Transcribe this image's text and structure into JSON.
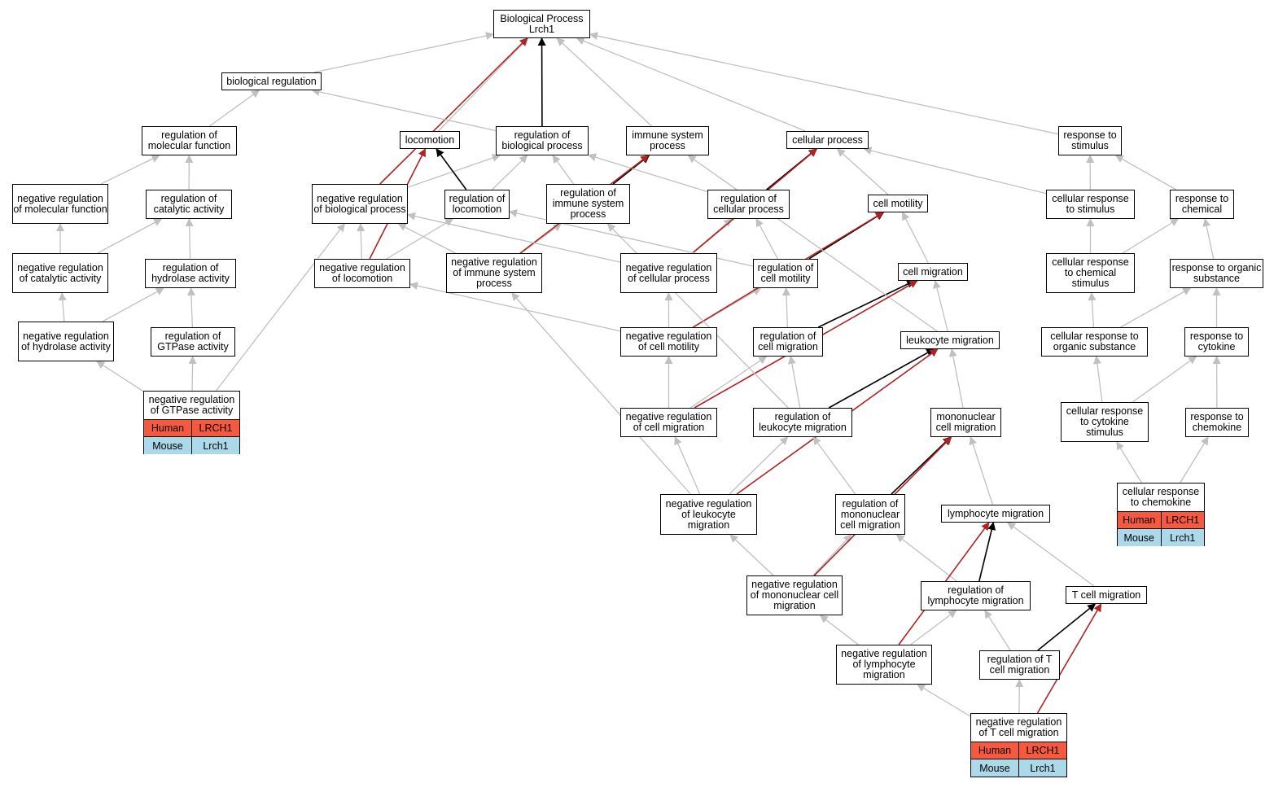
{
  "colors": {
    "is_a_edge": "#c0c0c0",
    "part_of_edge": "#000000",
    "regulates_edge": "#b22222",
    "human_row": "#f7593e",
    "mouse_row": "#abd9e9"
  },
  "root": {
    "line1": "Biological Process",
    "line2": "Lrch1"
  },
  "terms": {
    "biological_regulation": "biological regulation",
    "regulation_of_molecular_function": "regulation of molecular function",
    "locomotion": "locomotion",
    "regulation_of_biological_process": "regulation of biological process",
    "immune_system_process": "immune system process",
    "cellular_process": "cellular process",
    "response_to_stimulus": "response to stimulus",
    "negative_regulation_of_molecular_function": "negative regulation of molecular function",
    "regulation_of_catalytic_activity": "regulation of catalytic activity",
    "negative_regulation_of_biological_process": "negative regulation of biological process",
    "regulation_of_locomotion": "regulation of locomotion",
    "regulation_of_immune_system_process": "regulation of immune system process",
    "regulation_of_cellular_process": "regulation of cellular process",
    "cell_motility": "cell motility",
    "cellular_response_to_stimulus": "cellular response to stimulus",
    "response_to_chemical": "response to chemical",
    "negative_regulation_of_catalytic_activity": "negative regulation of catalytic activity",
    "regulation_of_hydrolase_activity": "regulation of hydrolase activity",
    "negative_regulation_of_locomotion": "negative regulation of locomotion",
    "negative_regulation_of_immune_system_process": "negative regulation of immune system process",
    "negative_regulation_of_cellular_process": "negative regulation of cellular process",
    "regulation_of_cell_motility": "regulation of cell motility",
    "cell_migration": "cell migration",
    "cellular_response_to_chemical_stimulus": "cellular response to chemical stimulus",
    "response_to_organic_substance": "response to organic substance",
    "negative_regulation_of_hydrolase_activity": "negative regulation of hydrolase activity",
    "regulation_of_GTPase_activity": "regulation of GTPase activity",
    "negative_regulation_of_cell_motility": "negative regulation of cell motility",
    "regulation_of_cell_migration": "regulation of cell migration",
    "leukocyte_migration": "leukocyte migration",
    "cellular_response_to_organic_substance": "cellular response to organic substance",
    "response_to_cytokine": "response to cytokine",
    "negative_regulation_of_cell_migration": "negative regulation of cell migration",
    "regulation_of_leukocyte_migration": "regulation of leukocyte migration",
    "mononuclear_cell_migration": "mononuclear cell migration",
    "cellular_response_to_cytokine_stimulus": "cellular response to cytokine stimulus",
    "response_to_chemokine": "response to chemokine",
    "negative_regulation_of_leukocyte_migration": "negative regulation of leukocyte migration",
    "regulation_of_mononuclear_cell_migration": "regulation of mononuclear cell migration",
    "lymphocyte_migration": "lymphocyte migration",
    "negative_regulation_of_mononuclear_cell_migration": "negative regulation of mononuclear cell migration",
    "regulation_of_lymphocyte_migration": "regulation of lymphocyte migration",
    "T_cell_migration": "T cell migration",
    "negative_regulation_of_lymphocyte_migration": "negative regulation of lymphocyte migration",
    "regulation_of_T_cell_migration": "regulation of T cell migration"
  },
  "annotated": {
    "gtpase": {
      "label": "negative regulation of GTPase activity",
      "rows": [
        {
          "species": "Human",
          "gene": "LRCH1"
        },
        {
          "species": "Mouse",
          "gene": "Lrch1"
        }
      ]
    },
    "chemokine": {
      "label": "cellular response to chemokine",
      "rows": [
        {
          "species": "Human",
          "gene": "LRCH1"
        },
        {
          "species": "Mouse",
          "gene": "Lrch1"
        }
      ]
    },
    "tcell": {
      "label": "negative regulation of T cell migration",
      "rows": [
        {
          "species": "Human",
          "gene": "LRCH1"
        },
        {
          "species": "Mouse",
          "gene": "Lrch1"
        }
      ]
    }
  },
  "edges": [
    {
      "from": "biological_regulation",
      "to": "root",
      "type": "is_a"
    },
    {
      "from": "locomotion",
      "to": "root",
      "type": "is_a"
    },
    {
      "from": "regulation_of_biological_process",
      "to": "root",
      "type": "part_of"
    },
    {
      "from": "immune_system_process",
      "to": "root",
      "type": "is_a"
    },
    {
      "from": "cellular_process",
      "to": "root",
      "type": "is_a"
    },
    {
      "from": "response_to_stimulus",
      "to": "root",
      "type": "is_a"
    },
    {
      "from": "negative_regulation_of_biological_process",
      "to": "root",
      "type": "regulates"
    },
    {
      "from": "regulation_of_molecular_function",
      "to": "biological_regulation",
      "type": "is_a"
    },
    {
      "from": "regulation_of_biological_process",
      "to": "biological_regulation",
      "type": "is_a"
    },
    {
      "from": "negative_regulation_of_molecular_function",
      "to": "regulation_of_molecular_function",
      "type": "is_a"
    },
    {
      "from": "regulation_of_catalytic_activity",
      "to": "regulation_of_molecular_function",
      "type": "is_a"
    },
    {
      "from": "negative_regulation_of_catalytic_activity",
      "to": "negative_regulation_of_molecular_function",
      "type": "is_a"
    },
    {
      "from": "negative_regulation_of_catalytic_activity",
      "to": "regulation_of_catalytic_activity",
      "type": "is_a"
    },
    {
      "from": "regulation_of_hydrolase_activity",
      "to": "regulation_of_catalytic_activity",
      "type": "is_a"
    },
    {
      "from": "negative_regulation_of_hydrolase_activity",
      "to": "negative_regulation_of_catalytic_activity",
      "type": "is_a"
    },
    {
      "from": "negative_regulation_of_hydrolase_activity",
      "to": "regulation_of_hydrolase_activity",
      "type": "is_a"
    },
    {
      "from": "regulation_of_GTPase_activity",
      "to": "regulation_of_hydrolase_activity",
      "type": "is_a"
    },
    {
      "from": "gtpase",
      "to": "negative_regulation_of_hydrolase_activity",
      "type": "is_a"
    },
    {
      "from": "gtpase",
      "to": "regulation_of_GTPase_activity",
      "type": "is_a"
    },
    {
      "from": "gtpase",
      "to": "negative_regulation_of_biological_process",
      "type": "is_a"
    },
    {
      "from": "negative_regulation_of_biological_process",
      "to": "regulation_of_biological_process",
      "type": "is_a"
    },
    {
      "from": "regulation_of_locomotion",
      "to": "regulation_of_biological_process",
      "type": "is_a"
    },
    {
      "from": "regulation_of_locomotion",
      "to": "locomotion",
      "type": "part_of"
    },
    {
      "from": "regulation_of_immune_system_process",
      "to": "regulation_of_biological_process",
      "type": "is_a"
    },
    {
      "from": "regulation_of_immune_system_process",
      "to": "immune_system_process",
      "type": "part_of"
    },
    {
      "from": "regulation_of_cellular_process",
      "to": "regulation_of_biological_process",
      "type": "is_a"
    },
    {
      "from": "regulation_of_cellular_process",
      "to": "cellular_process",
      "type": "part_of"
    },
    {
      "from": "cell_motility",
      "to": "cellular_process",
      "type": "is_a"
    },
    {
      "from": "cellular_response_to_stimulus",
      "to": "cellular_process",
      "type": "is_a"
    },
    {
      "from": "cellular_response_to_stimulus",
      "to": "response_to_stimulus",
      "type": "is_a"
    },
    {
      "from": "response_to_chemical",
      "to": "response_to_stimulus",
      "type": "is_a"
    },
    {
      "from": "negative_regulation_of_locomotion",
      "to": "negative_regulation_of_biological_process",
      "type": "is_a"
    },
    {
      "from": "negative_regulation_of_locomotion",
      "to": "regulation_of_locomotion",
      "type": "is_a"
    },
    {
      "from": "negative_regulation_of_locomotion",
      "to": "locomotion",
      "type": "regulates"
    },
    {
      "from": "negative_regulation_of_immune_system_process",
      "to": "negative_regulation_of_biological_process",
      "type": "is_a"
    },
    {
      "from": "negative_regulation_of_immune_system_process",
      "to": "regulation_of_immune_system_process",
      "type": "is_a"
    },
    {
      "from": "negative_regulation_of_immune_system_process",
      "to": "immune_system_process",
      "type": "regulates"
    },
    {
      "from": "negative_regulation_of_cellular_process",
      "to": "negative_regulation_of_biological_process",
      "type": "is_a"
    },
    {
      "from": "negative_regulation_of_cellular_process",
      "to": "regulation_of_cellular_process",
      "type": "is_a"
    },
    {
      "from": "negative_regulation_of_cellular_process",
      "to": "cellular_process",
      "type": "regulates"
    },
    {
      "from": "regulation_of_cell_motility",
      "to": "regulation_of_locomotion",
      "type": "is_a"
    },
    {
      "from": "regulation_of_cell_motility",
      "to": "regulation_of_cellular_process",
      "type": "is_a"
    },
    {
      "from": "regulation_of_cell_motility",
      "to": "cell_motility",
      "type": "part_of"
    },
    {
      "from": "cell_migration",
      "to": "cell_motility",
      "type": "is_a"
    },
    {
      "from": "cellular_response_to_chemical_stimulus",
      "to": "cellular_response_to_stimulus",
      "type": "is_a"
    },
    {
      "from": "cellular_response_to_chemical_stimulus",
      "to": "response_to_chemical",
      "type": "is_a"
    },
    {
      "from": "response_to_organic_substance",
      "to": "response_to_chemical",
      "type": "is_a"
    },
    {
      "from": "negative_regulation_of_cell_motility",
      "to": "negative_regulation_of_locomotion",
      "type": "is_a"
    },
    {
      "from": "negative_regulation_of_cell_motility",
      "to": "negative_regulation_of_cellular_process",
      "type": "is_a"
    },
    {
      "from": "negative_regulation_of_cell_motility",
      "to": "regulation_of_cell_motility",
      "type": "is_a"
    },
    {
      "from": "negative_regulation_of_cell_motility",
      "to": "cell_motility",
      "type": "regulates"
    },
    {
      "from": "regulation_of_cell_migration",
      "to": "regulation_of_cell_motility",
      "type": "is_a"
    },
    {
      "from": "regulation_of_cell_migration",
      "to": "cell_migration",
      "type": "part_of"
    },
    {
      "from": "leukocyte_migration",
      "to": "cell_migration",
      "type": "is_a"
    },
    {
      "from": "leukocyte_migration",
      "to": "immune_system_process",
      "type": "is_a"
    },
    {
      "from": "cellular_response_to_organic_substance",
      "to": "cellular_response_to_chemical_stimulus",
      "type": "is_a"
    },
    {
      "from": "cellular_response_to_organic_substance",
      "to": "response_to_organic_substance",
      "type": "is_a"
    },
    {
      "from": "response_to_cytokine",
      "to": "response_to_organic_substance",
      "type": "is_a"
    },
    {
      "from": "negative_regulation_of_cell_migration",
      "to": "negative_regulation_of_cell_motility",
      "type": "is_a"
    },
    {
      "from": "negative_regulation_of_cell_migration",
      "to": "regulation_of_cell_migration",
      "type": "is_a"
    },
    {
      "from": "negative_regulation_of_cell_migration",
      "to": "cell_migration",
      "type": "regulates"
    },
    {
      "from": "regulation_of_leukocyte_migration",
      "to": "regulation_of_cell_migration",
      "type": "is_a"
    },
    {
      "from": "regulation_of_leukocyte_migration",
      "to": "regulation_of_immune_system_process",
      "type": "is_a"
    },
    {
      "from": "regulation_of_leukocyte_migration",
      "to": "leukocyte_migration",
      "type": "part_of"
    },
    {
      "from": "mononuclear_cell_migration",
      "to": "leukocyte_migration",
      "type": "is_a"
    },
    {
      "from": "cellular_response_to_cytokine_stimulus",
      "to": "cellular_response_to_organic_substance",
      "type": "is_a"
    },
    {
      "from": "cellular_response_to_cytokine_stimulus",
      "to": "response_to_cytokine",
      "type": "is_a"
    },
    {
      "from": "response_to_chemokine",
      "to": "response_to_cytokine",
      "type": "is_a"
    },
    {
      "from": "chemokine",
      "to": "cellular_response_to_cytokine_stimulus",
      "type": "is_a"
    },
    {
      "from": "chemokine",
      "to": "response_to_chemokine",
      "type": "is_a"
    },
    {
      "from": "negative_regulation_of_leukocyte_migration",
      "to": "negative_regulation_of_cell_migration",
      "type": "is_a"
    },
    {
      "from": "negative_regulation_of_leukocyte_migration",
      "to": "regulation_of_leukocyte_migration",
      "type": "is_a"
    },
    {
      "from": "negative_regulation_of_leukocyte_migration",
      "to": "negative_regulation_of_immune_system_process",
      "type": "is_a"
    },
    {
      "from": "negative_regulation_of_leukocyte_migration",
      "to": "leukocyte_migration",
      "type": "regulates"
    },
    {
      "from": "regulation_of_mononuclear_cell_migration",
      "to": "regulation_of_leukocyte_migration",
      "type": "is_a"
    },
    {
      "from": "regulation_of_mononuclear_cell_migration",
      "to": "mononuclear_cell_migration",
      "type": "part_of"
    },
    {
      "from": "lymphocyte_migration",
      "to": "mononuclear_cell_migration",
      "type": "is_a"
    },
    {
      "from": "negative_regulation_of_mononuclear_cell_migration",
      "to": "negative_regulation_of_leukocyte_migration",
      "type": "is_a"
    },
    {
      "from": "negative_regulation_of_mononuclear_cell_migration",
      "to": "regulation_of_mononuclear_cell_migration",
      "type": "is_a"
    },
    {
      "from": "negative_regulation_of_mononuclear_cell_migration",
      "to": "mononuclear_cell_migration",
      "type": "regulates"
    },
    {
      "from": "regulation_of_lymphocyte_migration",
      "to": "regulation_of_mononuclear_cell_migration",
      "type": "is_a"
    },
    {
      "from": "regulation_of_lymphocyte_migration",
      "to": "lymphocyte_migration",
      "type": "part_of"
    },
    {
      "from": "T_cell_migration",
      "to": "lymphocyte_migration",
      "type": "is_a"
    },
    {
      "from": "negative_regulation_of_lymphocyte_migration",
      "to": "negative_regulation_of_mononuclear_cell_migration",
      "type": "is_a"
    },
    {
      "from": "negative_regulation_of_lymphocyte_migration",
      "to": "regulation_of_lymphocyte_migration",
      "type": "is_a"
    },
    {
      "from": "negative_regulation_of_lymphocyte_migration",
      "to": "lymphocyte_migration",
      "type": "regulates"
    },
    {
      "from": "regulation_of_T_cell_migration",
      "to": "regulation_of_lymphocyte_migration",
      "type": "is_a"
    },
    {
      "from": "regulation_of_T_cell_migration",
      "to": "T_cell_migration",
      "type": "part_of"
    },
    {
      "from": "tcell",
      "to": "negative_regulation_of_lymphocyte_migration",
      "type": "is_a"
    },
    {
      "from": "tcell",
      "to": "regulation_of_T_cell_migration",
      "type": "is_a"
    },
    {
      "from": "tcell",
      "to": "T_cell_migration",
      "type": "regulates"
    }
  ]
}
